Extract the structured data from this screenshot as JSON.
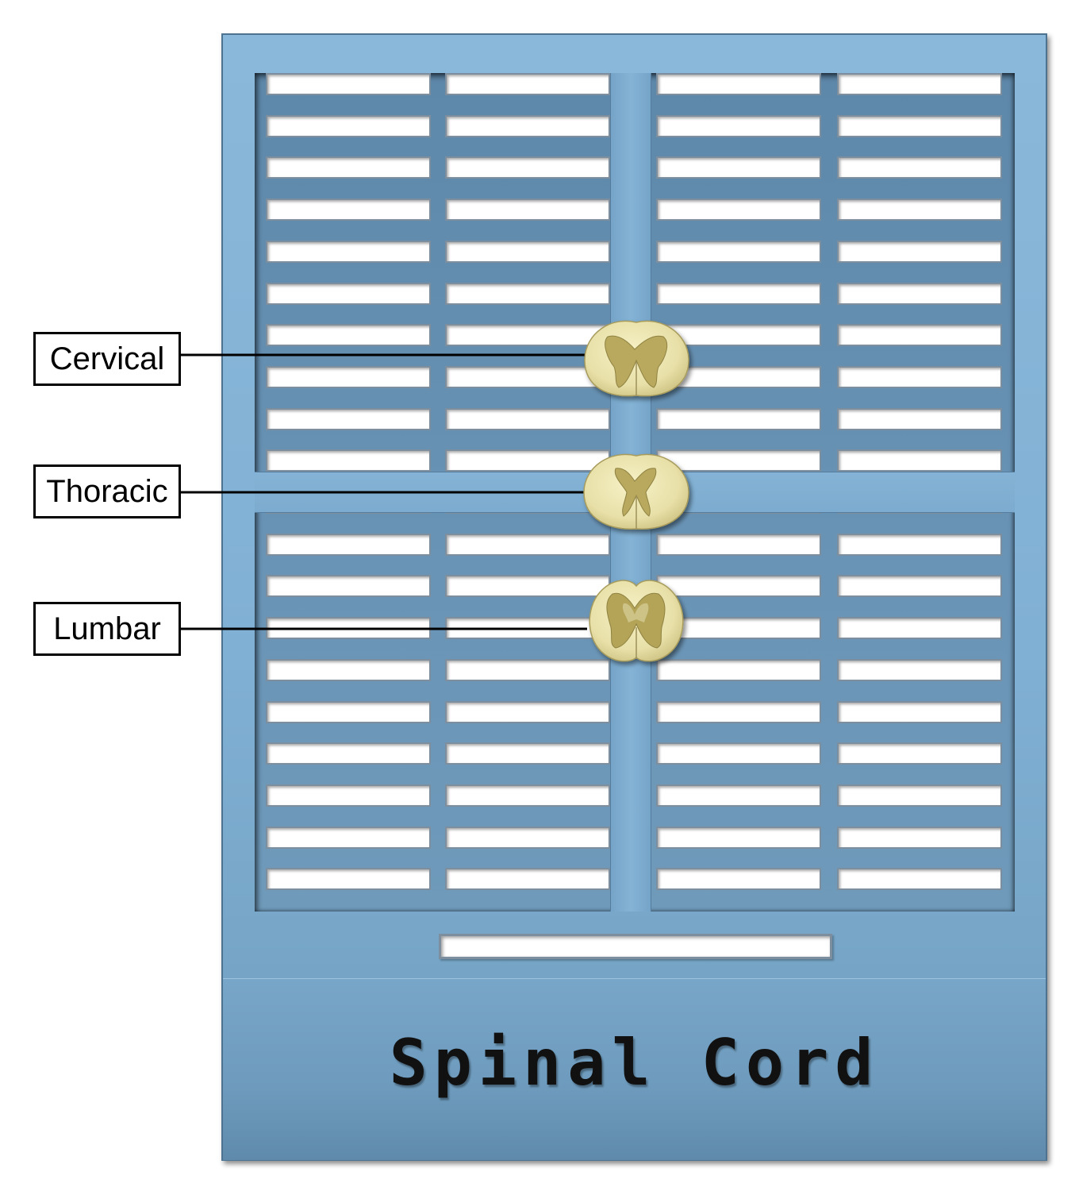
{
  "title": "Spinal Cord",
  "labels": [
    {
      "text": "Cervical"
    },
    {
      "text": "Thoracic"
    },
    {
      "text": "Lumbar"
    }
  ],
  "colors": {
    "cassette_blue": "#80b0d4",
    "tissue_cream": "#ece6b5",
    "gray_matter": "#b8a95e"
  }
}
